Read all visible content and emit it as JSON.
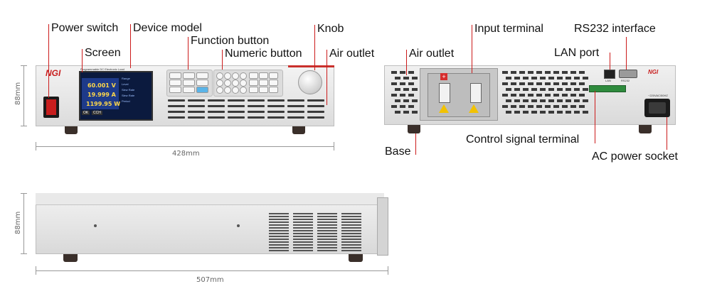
{
  "callouts": {
    "power_switch": "Power switch",
    "device_model": "Device model",
    "function_button": "Function button",
    "numeric_button": "Numeric button",
    "knob": "Knob",
    "screen": "Screen",
    "air_outlet_front": "Air outlet",
    "air_outlet_rear": "Air outlet",
    "input_terminal": "Input terminal",
    "rs232_interface": "RS232 interface",
    "lan_port": "LAN port",
    "base": "Base",
    "control_signal_terminal": "Control signal terminal",
    "ac_power_socket": "AC power socket"
  },
  "dimensions": {
    "front_height": "88mm",
    "front_width": "428mm",
    "side_height": "88mm",
    "side_depth": "507mm"
  },
  "front_panel": {
    "brand": "NGI",
    "model_title": "Programmable DC Electronic Load",
    "screen_lines": [
      "60.001 V",
      "19.999 A",
      "1199.95 W"
    ],
    "screen_soft_keys": [
      "OK",
      "CCH"
    ],
    "screen_side_labels": [
      "Range",
      "Level",
      "Slew Rate",
      "Slew Rate",
      "Period"
    ]
  },
  "rear_panel": {
    "brand": "NGI",
    "lan_label": "LAN",
    "rs232_label": "RS232",
    "ac_label": "~220VAC/50HZ"
  },
  "colors": {
    "callout_line": "#cc1b1b",
    "chassis": "#e6e6e6",
    "screen_bg": "#0b1a3e"
  }
}
